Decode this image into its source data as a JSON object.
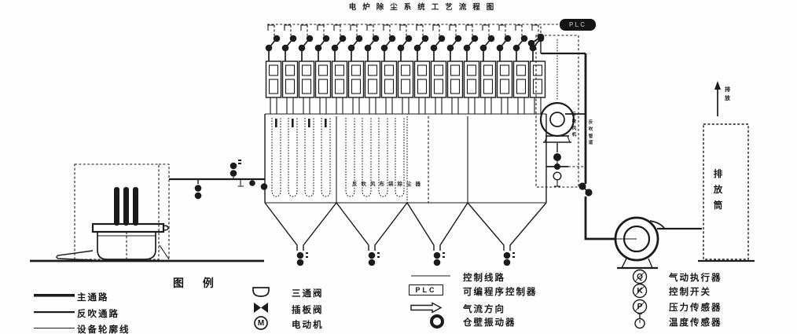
{
  "colors": {
    "ink": "#1b1b1b",
    "background": "#ffffff"
  },
  "title": "电炉除尘系统工艺流程图",
  "baghouse": {
    "label": "反吹风布袋除尘器"
  },
  "reverse_blow_unit": {
    "plc_text": "PLC",
    "fan_label": "反吹风机",
    "duct_label": "反吹管道"
  },
  "stack": {
    "label": "排放筒",
    "outlet_label": "排放"
  },
  "legend": {
    "title": "图  例",
    "lines": [
      {
        "label": "主通路"
      },
      {
        "label": "反吹通路"
      },
      {
        "label": "设备轮廓线"
      }
    ],
    "valves": [
      {
        "label": "三通阀"
      },
      {
        "label": "插板阀"
      },
      {
        "label": "电动机",
        "symbol": "M"
      }
    ],
    "controls": [
      {
        "label": "控制线路"
      },
      {
        "label": "可编程序控制器",
        "symbol": "PLC"
      },
      {
        "label": "气流方向"
      },
      {
        "label": "仓壁振动器"
      }
    ],
    "sensors": [
      {
        "label": "气动执行器",
        "symbol": "Q"
      },
      {
        "label": "控制开关",
        "symbol": "K"
      },
      {
        "label": "压力传感器",
        "symbol": "P"
      },
      {
        "label": "温度传感器"
      }
    ]
  }
}
